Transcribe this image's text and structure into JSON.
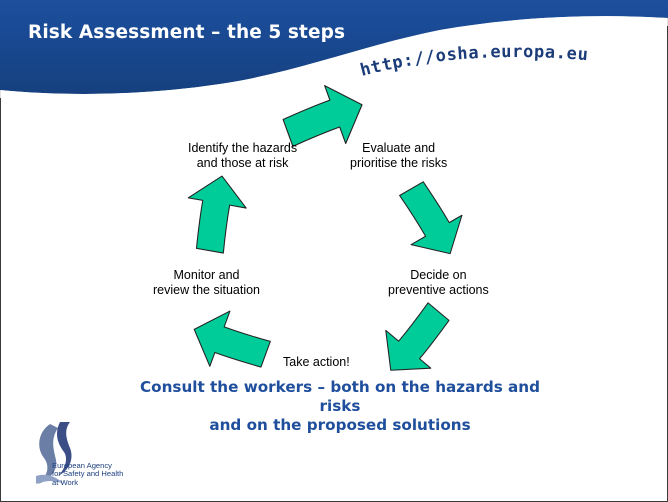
{
  "slide": {
    "title": "Risk Assessment – the 5 steps",
    "url": "http://osha.europa.eu"
  },
  "steps": [
    {
      "line1": "Identify the hazards",
      "line2": "and those at risk"
    },
    {
      "line1": "Evaluate and",
      "line2": "prioritise the risks"
    },
    {
      "line1": "Decide on",
      "line2": "preventive actions"
    },
    {
      "line1": "Take action!",
      "line2": ""
    },
    {
      "line1": "Monitor and",
      "line2": "review the situation"
    }
  ],
  "consult": {
    "line1": "Consult the workers – both on the hazards and risks",
    "line2": "and on the proposed solutions"
  },
  "agency": {
    "line1": "European Agency",
    "line2": "for Safety and Health",
    "line3": "at Work"
  },
  "colors": {
    "header_blue": "#1c4f9e",
    "arrow_fill": "#00cc99",
    "consult_text": "#1e4e9c"
  },
  "icons": [
    "curved-arrow-icon",
    "osha-logo-icon"
  ]
}
